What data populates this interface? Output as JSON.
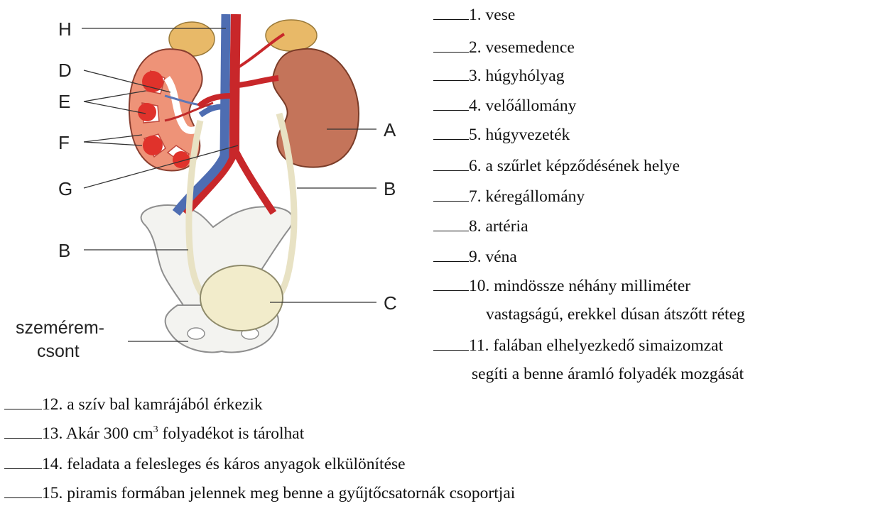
{
  "figure": {
    "labels": {
      "H": "H",
      "D": "D",
      "E": "E",
      "F": "F",
      "G": "G",
      "A": "A",
      "B_right": "B",
      "B_left": "B",
      "C": "C",
      "pubic_line1": "szemérem-",
      "pubic_line2": "csont"
    }
  },
  "items": [
    {
      "num": "1.",
      "text": "vese"
    },
    {
      "num": "2.",
      "text": "vesemedence"
    },
    {
      "num": "3.",
      "text": "húgyhólyag"
    },
    {
      "num": "4.",
      "text": "velőállomány"
    },
    {
      "num": "5.",
      "text": "húgyvezeték"
    },
    {
      "num": "6.",
      "text": "a szűrlet képződésének helye"
    },
    {
      "num": "7.",
      "text": "kéregállomány"
    },
    {
      "num": "8.",
      "text": "artéria"
    },
    {
      "num": "9.",
      "text": "véna"
    },
    {
      "num": "10.",
      "text": "mindössze néhány milliméter",
      "cont": "vastagságú, erekkel dúsan átszőtt réteg"
    },
    {
      "num": "11.",
      "text": "falában elhelyezkedő simaizomzat",
      "cont": "segíti a benne áramló folyadék mozgását"
    },
    {
      "num": "12.",
      "text": "a szív bal kamrájából érkezik"
    },
    {
      "num": "13.",
      "text_before": "Akár 300 cm",
      "sup": "3",
      "text_after": " folyadékot is tárolhat"
    },
    {
      "num": "14.",
      "text": "feladata a felesleges és káros anyagok elkülönítése"
    },
    {
      "num": "15.",
      "text": "piramis formában jelennek meg benne a gyűjtőcsatornák csoportjai"
    }
  ]
}
